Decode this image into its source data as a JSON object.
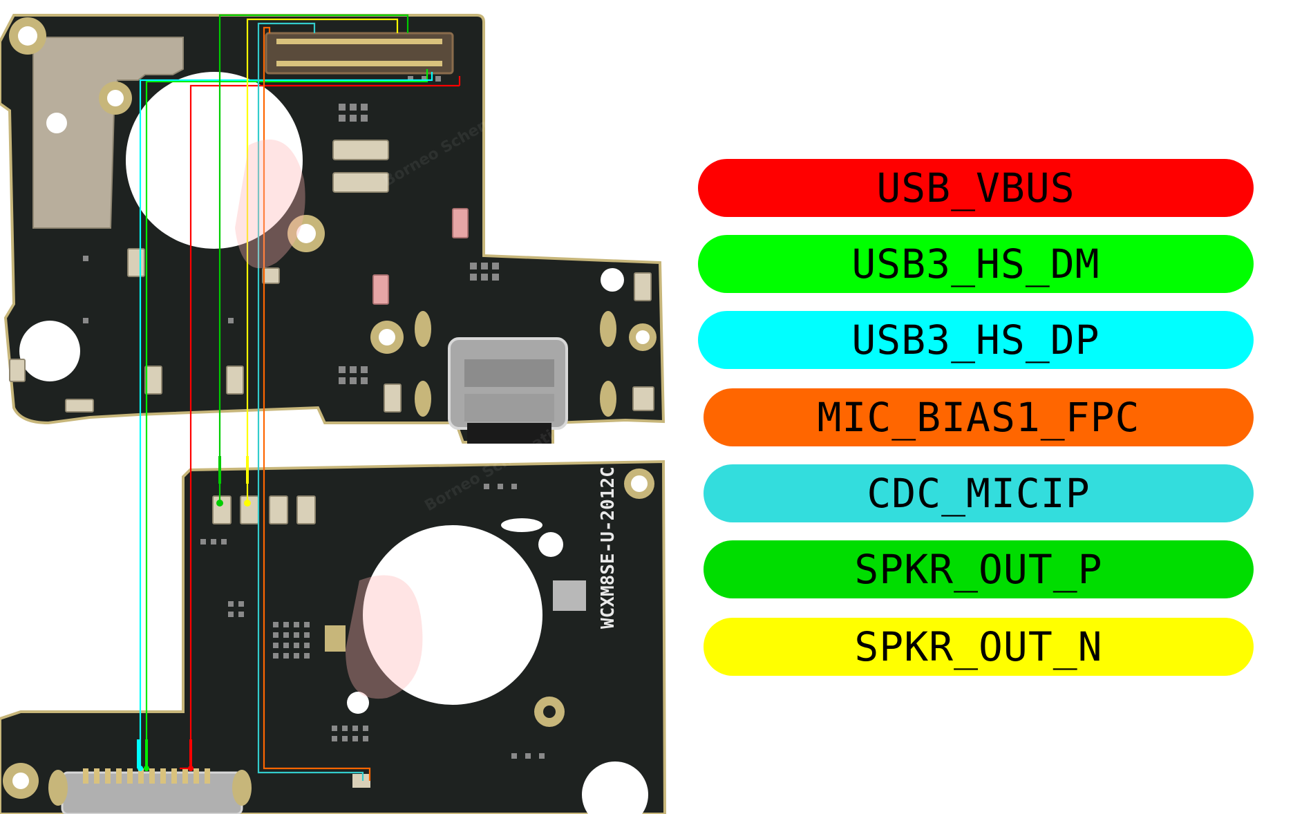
{
  "board": {
    "silkscreen": "WCXM8SE-U-2012C",
    "watermark": "Borneo Schematics"
  },
  "legend": [
    {
      "label": "USB_VBUS",
      "color": "#ff0000"
    },
    {
      "label": "USB3_HS_DM",
      "color": "#00ff00"
    },
    {
      "label": "USB3_HS_DP",
      "color": "#00ffff"
    },
    {
      "label": "MIC_BIAS1_FPC",
      "color": "#ff6600"
    },
    {
      "label": "CDC_MICIP",
      "color": "#33dddd"
    },
    {
      "label": "SPKR_OUT_P",
      "color": "#00dd00"
    },
    {
      "label": "SPKR_OUT_N",
      "color": "#ffff00"
    }
  ]
}
